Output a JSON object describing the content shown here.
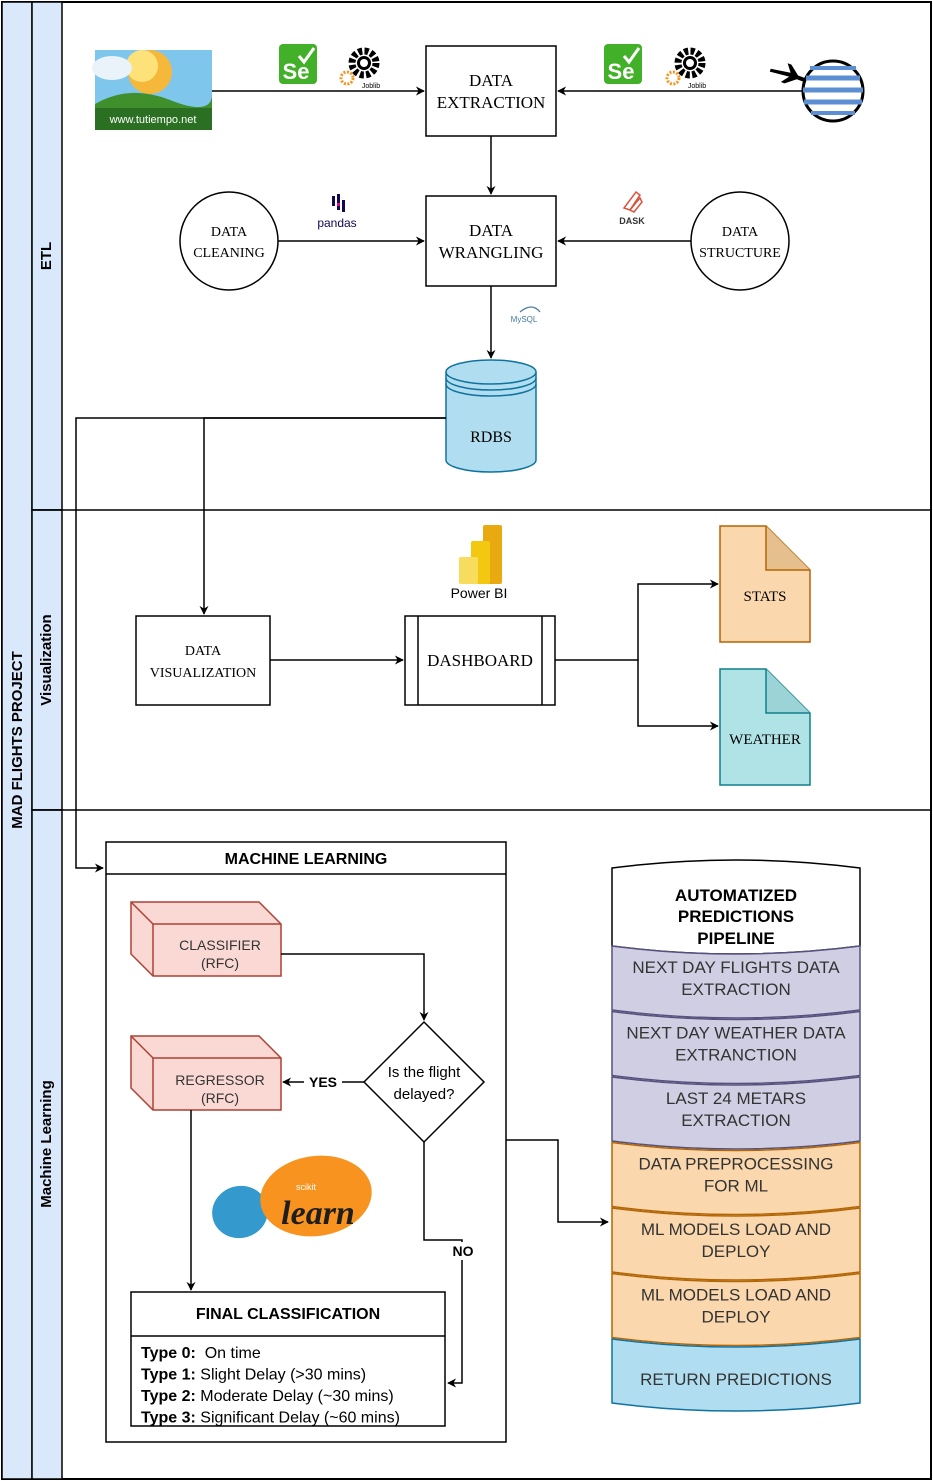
{
  "project_title": "MAD FLIGHTS PROJECT",
  "lanes": {
    "etl": "ETL",
    "visualization": "Visualization",
    "machine_learning": "Machine Learning"
  },
  "etl": {
    "weather_source_logo_text": "www.tutiempo.net",
    "selenium_icon_text": "Se",
    "joblib_text": "Joblib",
    "data_extraction": [
      "DATA",
      "EXTRACTION"
    ],
    "data_wrangling": [
      "DATA",
      "WRANGLING"
    ],
    "data_cleaning": [
      "DATA",
      "CLEANING"
    ],
    "data_structure": [
      "DATA",
      "STRUCTURE"
    ],
    "pandas_label": "pandas",
    "dask_label": "DASK",
    "mysql_label": "MySQL",
    "rdbs": "RDBS"
  },
  "visualization": {
    "data_visualization": [
      "DATA",
      "VISUALIZATION"
    ],
    "dashboard": "DASHBOARD",
    "powerbi_label": "Power BI",
    "stats": "STATS",
    "weather": "WEATHER"
  },
  "ml": {
    "panel_title": "MACHINE LEARNING",
    "classifier": [
      "CLASSIFIER",
      "(RFC)"
    ],
    "regressor": [
      "REGRESSOR",
      "(RFC)"
    ],
    "decision": [
      "Is the flight",
      "delayed?"
    ],
    "yes_label": "YES",
    "no_label": "NO",
    "sklearn_small": "scikit",
    "sklearn_big": "learn",
    "final_title": "FINAL CLASSIFICATION",
    "final_types": [
      {
        "label": "Type 0:",
        "text": "  On time"
      },
      {
        "label": "Type 1:",
        "text": " Slight Delay (>30 mins)"
      },
      {
        "label": "Type 2:",
        "text": " Moderate Delay (~30 mins)"
      },
      {
        "label": "Type 3:",
        "text": " Significant Delay (~60 mins)"
      }
    ]
  },
  "pipeline": {
    "title": [
      "AUTOMATIZED",
      "PREDICTIONS",
      "PIPELINE"
    ],
    "steps": [
      {
        "lines": [
          "NEXT DAY FLIGHTS DATA",
          "EXTRACTION"
        ],
        "fill": "#d0cee2",
        "stroke": "#56517e"
      },
      {
        "lines": [
          "NEXT DAY WEATHER DATA",
          "EXTRANCTION"
        ],
        "fill": "#d0cee2",
        "stroke": "#56517e"
      },
      {
        "lines": [
          "LAST 24 METARS",
          "EXTRACTION"
        ],
        "fill": "#d0cee2",
        "stroke": "#56517e"
      },
      {
        "lines": [
          "DATA PREPROCESSING",
          "FOR ML"
        ],
        "fill": "#fad7ac",
        "stroke": "#b46504"
      },
      {
        "lines": [
          "ML MODELS LOAD AND",
          "DEPLOY"
        ],
        "fill": "#fad7ac",
        "stroke": "#b46504"
      },
      {
        "lines": [
          "ML MODELS LOAD AND",
          "DEPLOY"
        ],
        "fill": "#fad7ac",
        "stroke": "#b46504"
      },
      {
        "lines": [
          "RETURN PREDICTIONS"
        ],
        "fill": "#b1ddf0",
        "stroke": "#10739e"
      }
    ]
  },
  "colors": {
    "lane_fill": "#dae8fc",
    "lane_border": "#000000",
    "rdbs_fill": "#b1ddf0",
    "rdbs_stroke": "#10739e",
    "stats_fill": "#fad7ac",
    "stats_stroke": "#b46504",
    "weather_fill": "#b0e3e6",
    "weather_stroke": "#0e8088",
    "model_fill": "#fad9d5",
    "model_stroke": "#ae4132",
    "selenium_green": "#43b02a",
    "joblib_orange": "#f7931e",
    "pandas_purple": "#130754",
    "powerbi_yellow": "#f2c811",
    "sklearn_orange": "#f7931e",
    "sklearn_blue": "#3499cd"
  }
}
